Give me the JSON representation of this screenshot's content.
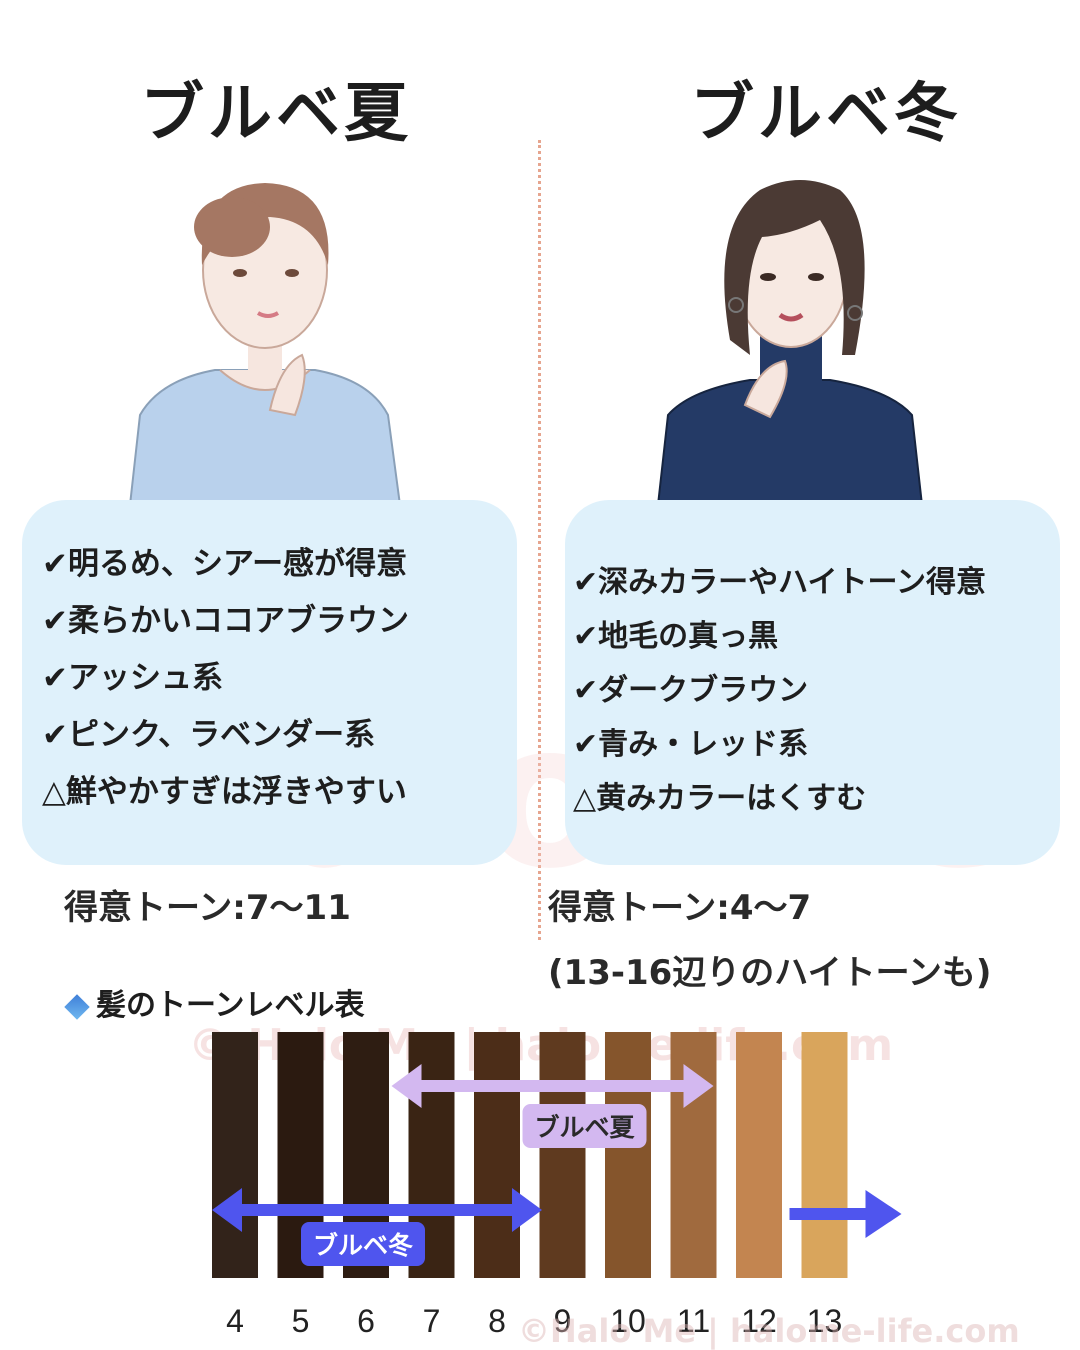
{
  "summer": {
    "title": "ブルベ夏",
    "items": [
      "✔明るめ、シアー感が得意",
      "✔柔らかいココアブラウン",
      "✔アッシュ系",
      "✔ピンク、ラベンダー系",
      "△鮮やかすぎは浮きやすい"
    ],
    "tone": "得意トーン:7〜11"
  },
  "winter": {
    "title": "ブルベ冬",
    "items": [
      "✔深みカラーやハイトーン得意",
      "✔地毛の真っ黒",
      "✔ダークブラウン",
      "✔青み・レッド系",
      "△黄みカラーはくすむ"
    ],
    "tone": "得意トーン:4〜7",
    "tone_note": "(13-16辺りのハイトーンも)"
  },
  "watermarks": {
    "big": "Halo Me",
    "mid": "© Halo Me | halome-life.com",
    "bottom": "©Halo Me | halome-life.com"
  },
  "table_title": "髪のトーンレベル表",
  "colors": {
    "card_bg": "#dff1fb",
    "summer_range": "#d3b8f0",
    "winter_range": "#4f55ee",
    "divider": "#e6a58f",
    "summer_top": "#b9d1ec",
    "winter_top": "#243a66"
  },
  "chart_data": {
    "type": "bar",
    "categories": [
      "4",
      "5",
      "6",
      "7",
      "8",
      "9",
      "10",
      "11",
      "12",
      "13"
    ],
    "colors": [
      "#32231a",
      "#2b1a10",
      "#2e1d12",
      "#3a2414",
      "#4c2d18",
      "#5f3a1f",
      "#85552c",
      "#a06a3e",
      "#c38550",
      "#d9a55c"
    ],
    "ranges": [
      {
        "name": "ブルベ夏",
        "from": "7",
        "to": "11",
        "color": "#d3b8f0"
      },
      {
        "name": "ブルベ冬",
        "from": "4",
        "to": "8",
        "color": "#4f55ee"
      }
    ],
    "extension_arrow": {
      "from": "13",
      "direction": "right",
      "color": "#4f55ee"
    }
  }
}
